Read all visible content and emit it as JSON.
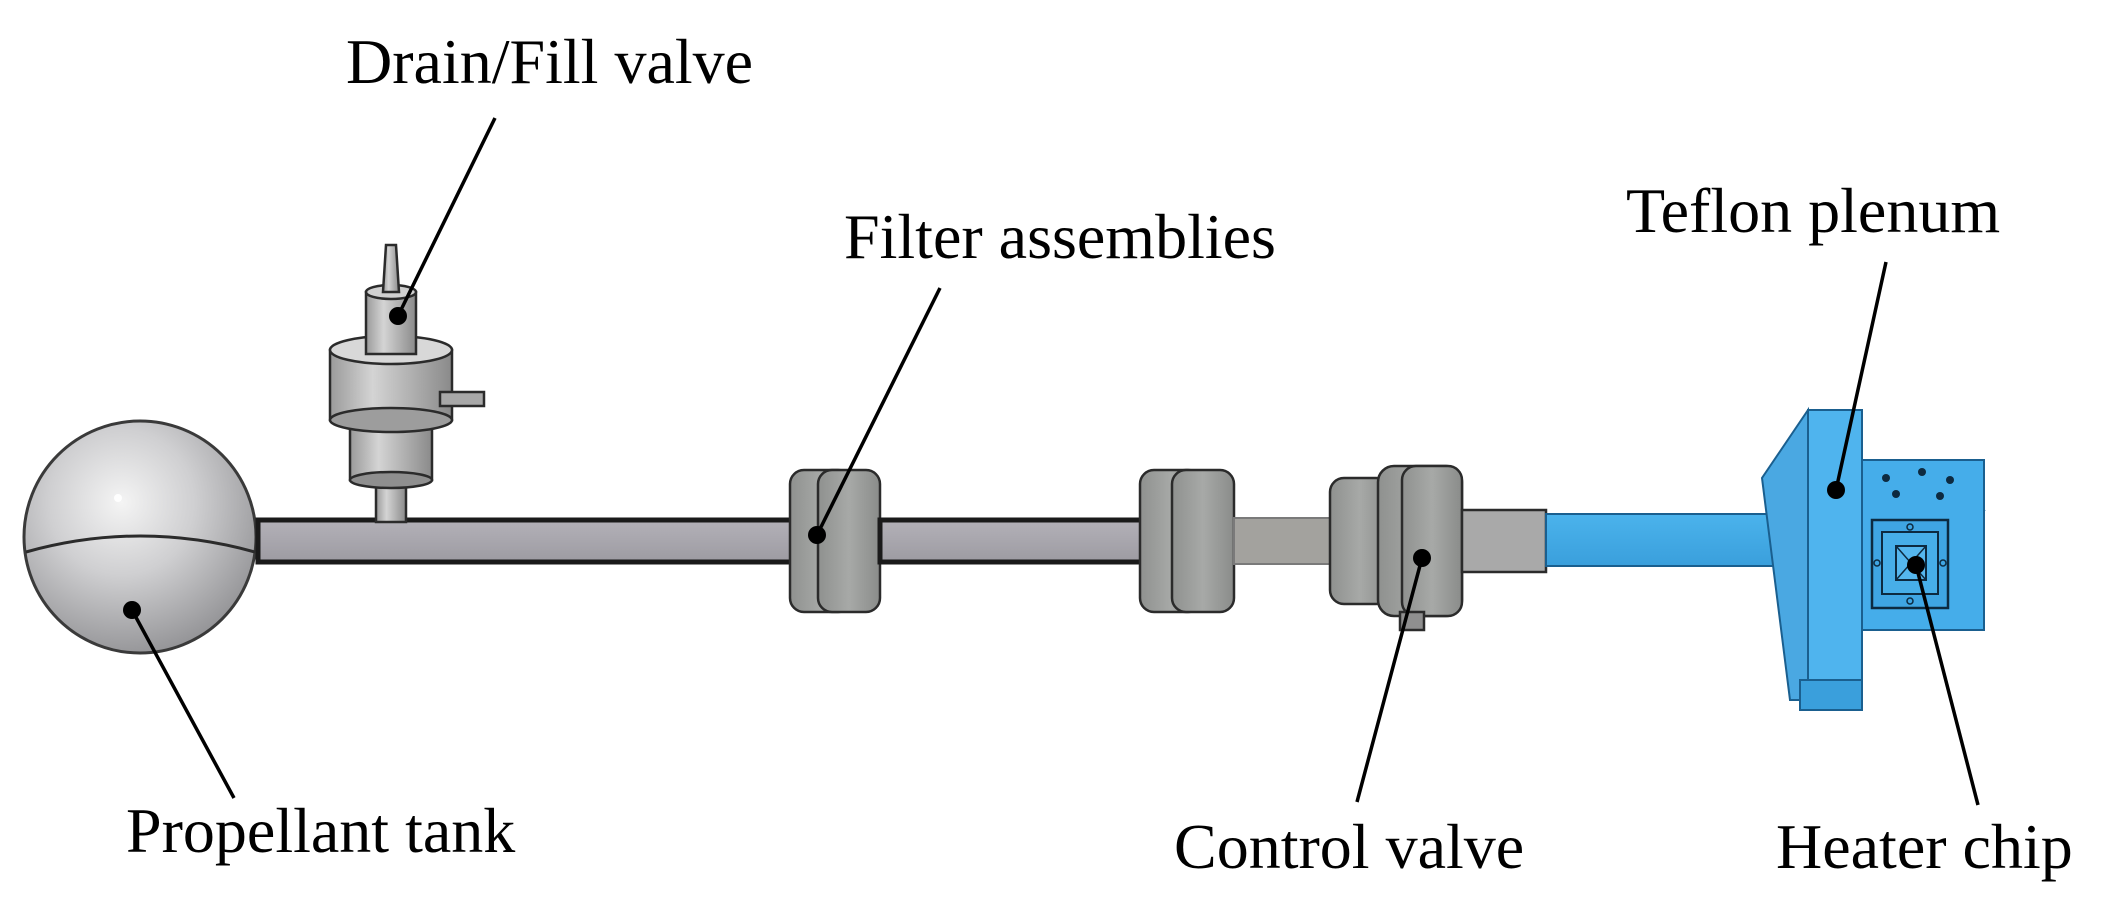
{
  "labels": {
    "drain_fill_valve": "Drain/Fill valve",
    "filter_assemblies": "Filter assemblies",
    "teflon_plenum": "Teflon plenum",
    "propellant_tank": "Propellant tank",
    "control_valve": "Control valve",
    "heater_chip": "Heater chip"
  },
  "colors": {
    "metal_light": "#c8c8c8",
    "metal_mid": "#a9a9ab",
    "metal_dark": "#8c8c8c",
    "tube": "#a5a3aa",
    "teflon_blue": "#3fa9e6",
    "teflon_blue_dark": "#2f8fcf",
    "line": "#000000"
  },
  "icons": {
    "propellant_tank": "sphere-icon",
    "drain_fill_valve": "valve-icon",
    "filter_assembly": "disc-filter-icon",
    "control_valve": "valve-icon",
    "teflon_plenum": "plenum-block-icon",
    "heater_chip": "chip-icon"
  }
}
